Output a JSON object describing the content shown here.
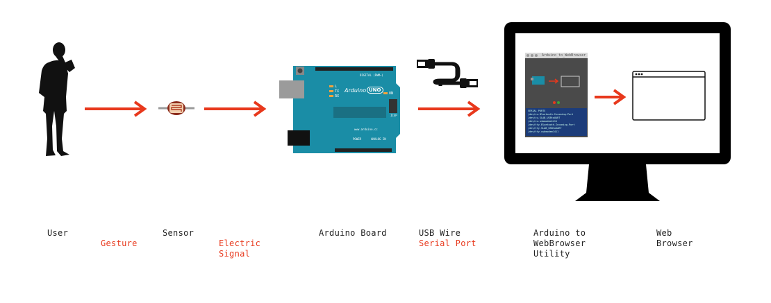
{
  "nodes": {
    "user": "User",
    "sensor": "Sensor",
    "arduino_board": "Arduino Board",
    "usb_wire": "USB Wire",
    "utility": "Arduino to\nWebBrowser\nUtility",
    "web_browser": "Web\nBrowser"
  },
  "edges": {
    "gesture": "Gesture",
    "electric_signal": "Electric\nSignal",
    "serial_port": "Serial Port"
  },
  "board": {
    "brand": "Arduino",
    "model": "UNO",
    "url": "www.arduino.cc",
    "power_label": "POWER",
    "analog_label": "ANALOG IN",
    "digital_label": "DIGITAL (PWM~)",
    "tx": "TX",
    "rx": "RX",
    "l": "L",
    "on": "ON",
    "icsp": "ICSP"
  },
  "utility_window": {
    "title": "Arduino_to_WebBrowser",
    "console_lines": [
      "SERIAL PORTS",
      "/dev/cu.Bluetooth-Incoming-Port",
      "/dev/cu.SLAB_USBtoUART",
      "/dev/cu.usbmodem1411",
      "/dev/tty.Bluetooth-Incoming-Port",
      "/dev/tty.SLAB_USBtoUART",
      "/dev/tty.usbmodem1411"
    ]
  },
  "colors": {
    "arrow": "#e8381c",
    "board": "#1a8da6",
    "monitor": "#000000",
    "console": "#1c3c7a"
  }
}
